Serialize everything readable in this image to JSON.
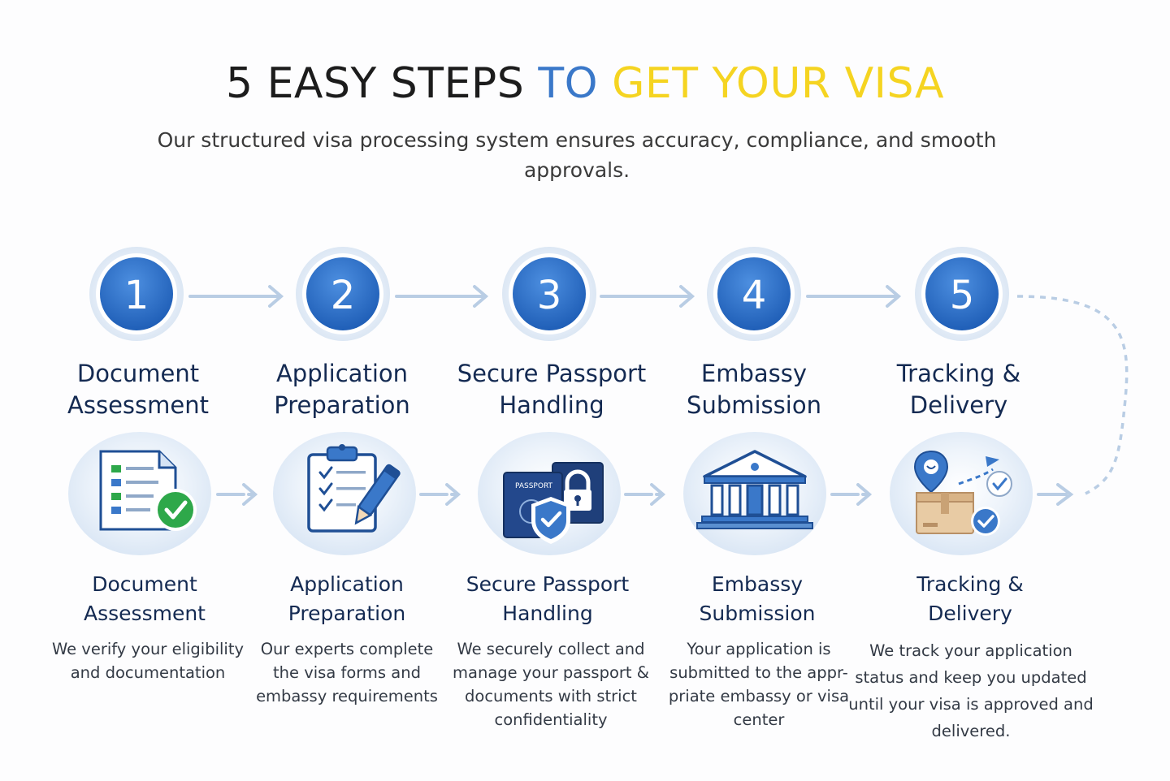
{
  "header": {
    "title_part1": "5 EASY STEPS",
    "title_part2": "TO",
    "title_part3": "GET YOUR VISA",
    "subtitle": "Our structured visa processing system ensures accuracy, compliance, and smooth approvals."
  },
  "colors": {
    "accent_blue": "#3a78c9",
    "accent_yellow": "#f5d421",
    "dark_navy": "#142a52",
    "check_green": "#2ea84a"
  },
  "steps": [
    {
      "number": "1",
      "heading": "Document Assessment",
      "label": "Document Assessment",
      "description": "We verify your eligibility and documentation",
      "icon": "document-check-icon"
    },
    {
      "number": "2",
      "heading": "Application Preparation",
      "label": "Application Preparation",
      "description": "Our experts complete the visa forms and embassy requirements",
      "icon": "clipboard-pen-icon"
    },
    {
      "number": "3",
      "heading": "Secure Passport Handling",
      "label": "Secure Passport Handling",
      "description": "We securely collect and manage your passport & documents with strict confidentiality",
      "icon": "passport-lock-shield-icon",
      "passport_text": "PASSPORT"
    },
    {
      "number": "4",
      "heading": "Embassy Submission",
      "label": "Embassy Submission",
      "description": "Your application is submitted to the appr- priate embassy or visa center",
      "icon": "embassy-building-icon"
    },
    {
      "number": "5",
      "heading": "Tracking & Delivery",
      "label": "Tracking & Delivery",
      "description": "We track your application status and keep you updated until your visa is approved and delivered.",
      "icon": "package-tracking-icon"
    }
  ]
}
